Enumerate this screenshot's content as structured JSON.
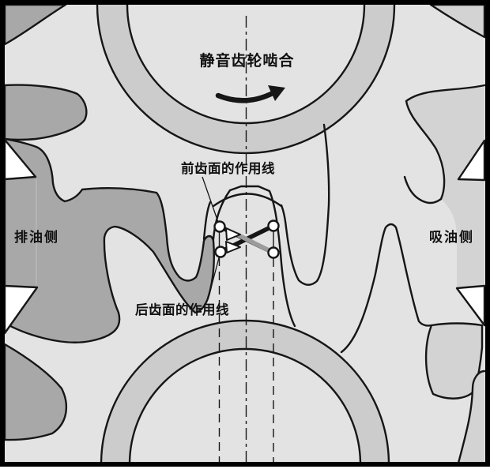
{
  "title": "静音齿轮啮合",
  "labels": {
    "front_line_of_action": "前齿面的作用线",
    "rear_line_of_action": "后齿面的作用线",
    "discharge_side": "排油侧",
    "suction_side": "吸油侧"
  },
  "figure": {
    "type": "gear-pump-silent-mesh-diagram",
    "gears": 2,
    "rotation_arrow": "clockwise-arc",
    "contact_markers": 4,
    "port_notches": 4
  },
  "colors": {
    "body": "#e3e3e3",
    "ring": "#cccccc",
    "pocket-dark": "#a8a8a8",
    "pocket-med": "#d3d3d3",
    "line": "#161616",
    "action-rear": "#9b9b9b",
    "frame": "#000000",
    "text": "#111111",
    "faint": "#b9b9b9"
  }
}
